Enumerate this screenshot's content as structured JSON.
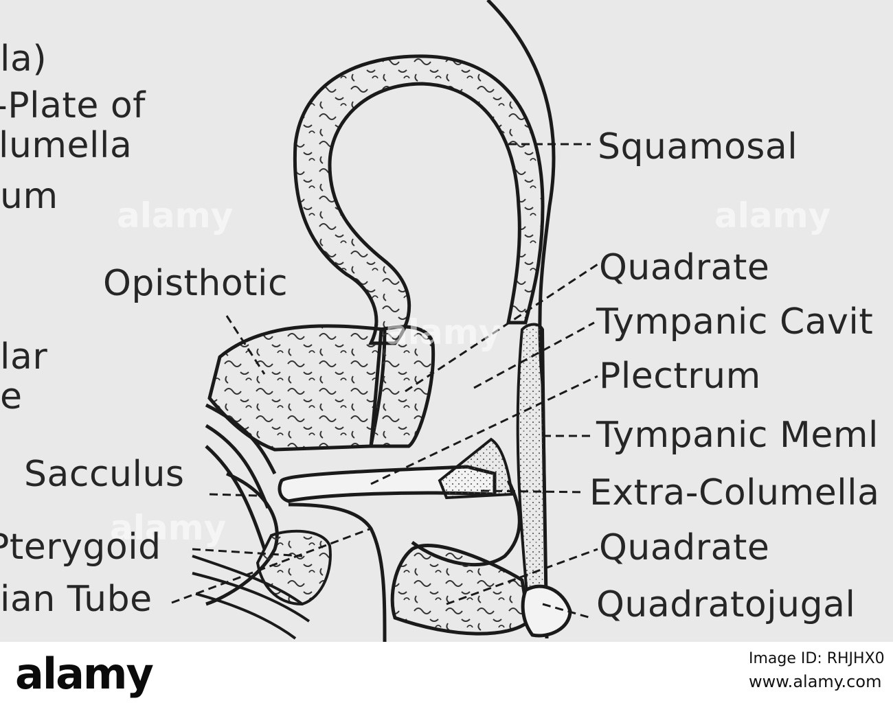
{
  "labels": {
    "la": "la)",
    "plate_of": "-Plate of",
    "lumella": "lumella",
    "um": "um",
    "opisthotic": "Opisthotic",
    "lar": "lar",
    "e": "e",
    "sacculus": "Sacculus",
    "pterygoid": "Pterygoid",
    "ian_tube": "ian Tube",
    "squamosal": "Squamosal",
    "quadrate_upper": "Quadrate",
    "tympanic_cavity": "Tympanic Cavit",
    "plectrum": "Plectrum",
    "tympanic_membrane": "Tympanic Meml",
    "extra_columella": "Extra-Columella",
    "quadrate_lower": "Quadrate",
    "quadratojugal": "Quadratojugal"
  },
  "watermark": {
    "text": "alamy"
  },
  "footer": {
    "logo": "alamy",
    "image_id": "Image ID: RHJHX0",
    "url": "www.alamy.com"
  }
}
